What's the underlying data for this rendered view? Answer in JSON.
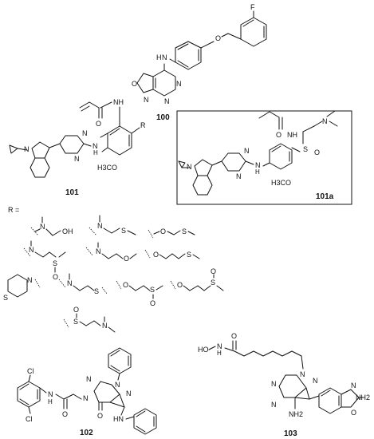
{
  "compounds": {
    "c100": {
      "number": "100",
      "labels": {
        "f": "F",
        "o": "O",
        "nh": "H",
        "n": "N",
        "o2": "O",
        "n_ring1": "N",
        "n_ring2": "N",
        "n_ring3": "N"
      }
    },
    "c101": {
      "number": "101",
      "labels": {
        "nh": "NH",
        "o": "O",
        "r": "R",
        "n1": "N",
        "n2": "N",
        "nh2": "N",
        "h": "H",
        "h3co": "H3CO",
        "n_ind": "N"
      }
    },
    "c101a": {
      "number": "101a",
      "labels": {
        "nh": "NH",
        "o": "O",
        "n_me2": "N",
        "s": "S",
        "o_s": "O",
        "n1": "N",
        "n2": "N",
        "nh2": "N",
        "h": "H",
        "h3co": "H3CO",
        "n_ind": "N"
      }
    },
    "c102": {
      "number": "102",
      "labels": {
        "cl1": "Cl",
        "cl2": "Cl",
        "nh": "N",
        "h": "H",
        "o1": "O",
        "o2": "O",
        "n1": "N",
        "n2": "N",
        "n3": "N",
        "n4": "N",
        "hn": "HN"
      }
    },
    "c103": {
      "number": "103",
      "labels": {
        "o": "O",
        "nh": "N",
        "h": "H",
        "ho": "HO",
        "n1": "N",
        "n2": "N",
        "n3": "N",
        "n4": "N",
        "nh2a": "NH2",
        "nh2b": "NH2",
        "n_ox": "N",
        "o_ox": "O"
      }
    }
  },
  "r_groups": {
    "label": "R =",
    "atoms": {
      "g1_n": "N",
      "g1_oh": "OH",
      "g2_n": "N",
      "g2_s": "S",
      "g3_o": "O",
      "g3_s": "S",
      "g4_n": "N",
      "g4_s": "S",
      "g4_o": "O",
      "g5_n": "N",
      "g5_o": "O",
      "g6_o": "O",
      "g6_s": "S",
      "g7_n": "N",
      "g7_s": "S",
      "g8_n": "N",
      "g8_s": "S",
      "g9_o": "O",
      "g9_s": "S",
      "g9_o2": "O",
      "g10_o": "O",
      "g10_s": "S",
      "g10_o2": "O",
      "g11_s": "S",
      "g11_o": "O",
      "g11_n": "N"
    }
  }
}
